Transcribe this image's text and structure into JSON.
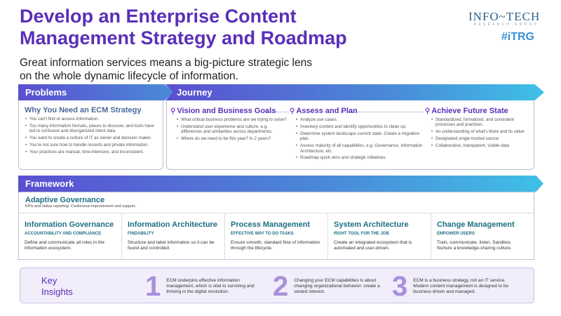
{
  "title": "Develop an Enterprise Content Management Strategy and Roadmap",
  "subtitle": "Great information services means a big-picture strategic lens on the whole dynamic lifecycle of information.",
  "logo": {
    "name": "INFO~TECH",
    "sub": "RESEARCH GROUP",
    "tag": "#iTRG"
  },
  "problems": {
    "label": "Problems",
    "heading": "Why You Need an ECM Strategy",
    "items": [
      "You can't find or access information.",
      "Too many information formats, places to discover, and tools have led to confusion and disorganized client data.",
      "You want to create a culture of IT as owner and decision maker.",
      "You're not sure how to handle records and private information.",
      "Your practices are manual, time-intensive, and inconsistent."
    ]
  },
  "journey": {
    "label": "Journey",
    "stages": [
      {
        "heading": "Vision and Business Goals",
        "items": [
          "What critical business problems are we trying to solve?",
          "Understand user experience and culture, e.g. differences and similarities across departments.",
          "Where do we need to be this year? In 2 years?"
        ]
      },
      {
        "heading": "Assess and Plan",
        "items": [
          "Analyze use cases.",
          "Inventory content and identify opportunities to clean up.",
          "Determine system landscape current state. Create a migration plan.",
          "Assess maturity of all capabilities, e.g. Governance, Information Architecture, etc.",
          "Roadmap quick wins and strategic initiatives."
        ]
      },
      {
        "heading": "Achieve Future State",
        "items": [
          "Standardized, formalized, and consistent processes and practices",
          "An understanding of what's there and its value",
          "Designated single trusted source",
          "Collaborative, transparent, visible data"
        ]
      }
    ]
  },
  "framework": {
    "label": "Framework",
    "governance": {
      "title": "Adaptive Governance",
      "desc": "KPIs and status reporting. Continuous improvement and support."
    },
    "columns": [
      {
        "title": "Information Governance",
        "key": "ACCOUNTABILITY AND COMPLIANCE",
        "desc": "Define and communicate all roles in the information ecosystem."
      },
      {
        "title": "Information Architecture",
        "key": "FINDABILITY",
        "desc": "Structure and label information so it can be found and controlled."
      },
      {
        "title": "Process Management",
        "key": "EFFECTIVE WAY TO DO TASKS",
        "desc": "Ensure smooth, standard flow of information through the lifecycle."
      },
      {
        "title": "System Architecture",
        "key": "RIGHT TOOL FOR THE JOB",
        "desc": "Create an integrated ecosystem that is automated and user-driven."
      },
      {
        "title": "Change Management",
        "key": "EMPOWER USERS",
        "desc": "Train, communicate, listen. Sandbox. Nurture a knowledge-sharing culture."
      }
    ]
  },
  "insights": {
    "title": "Key Insights",
    "items": [
      {
        "num": "1",
        "text": "ECM underpins effective information management, which is vital to surviving and thriving in the digital revolution."
      },
      {
        "num": "2",
        "text": "Changing your ECM capabilities is about changing organizational behavior: create a vested interest."
      },
      {
        "num": "3",
        "text": "ECM is a business strategy, not an IT service. Modern content management is designed to be business driven and managed."
      }
    ]
  },
  "colors": {
    "title": "#5a2fb8",
    "framework_text": "#1d6f84",
    "bar_start": "#5b4fd0",
    "bar_end": "#3fc0e6"
  }
}
